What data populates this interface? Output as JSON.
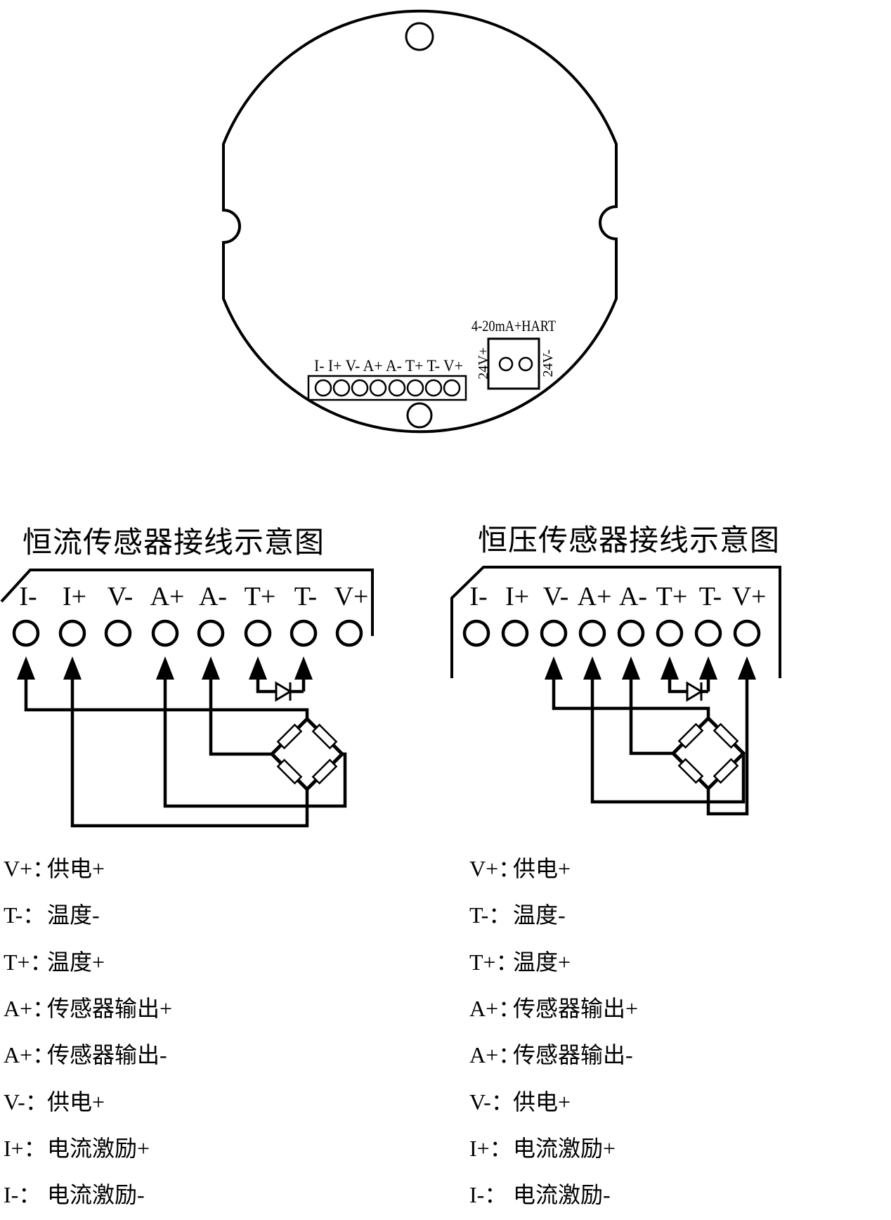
{
  "colors": {
    "ink": "#000000",
    "background": "#ffffff"
  },
  "housing": {
    "strip_label": "I- I+ V- A+ A- T+ T- V+",
    "connector_label": "4-20mA+HART",
    "left_rotated_label": "24V+",
    "right_rotated_label": "24V-"
  },
  "left_diagram": {
    "title": "恒流传感器接线示意图",
    "terminals": [
      "I-",
      "I+",
      "V-",
      "A+",
      "A-",
      "T+",
      "T-",
      "V+"
    ],
    "connections": [
      "I- to bridge top corner",
      "I+ to bridge bottom corner",
      "A+ to bridge right corner",
      "A- to bridge left corner",
      "diode between T+ and T-"
    ]
  },
  "right_diagram": {
    "title": "恒压传感器接线示意图",
    "terminals": [
      "I-",
      "I+",
      "V-",
      "A+",
      "A-",
      "T+",
      "T-",
      "V+"
    ],
    "connections": [
      "V- to bridge top corner",
      "V+ to bridge bottom corner",
      "A+ to bridge right corner",
      "A- to bridge left corner",
      "diode between T+ and T-"
    ]
  },
  "legend_left": {
    "rows": [
      {
        "code": "V+：",
        "desc": "供电+"
      },
      {
        "code": "T-：",
        "desc": "温度-"
      },
      {
        "code": "T+：",
        "desc": "温度+"
      },
      {
        "code": "A+：",
        "desc": "传感器输出+"
      },
      {
        "code": "A+：",
        "desc": "传感器输出-"
      },
      {
        "code": "V-：",
        "desc": "供电+"
      },
      {
        "code": "I+：",
        "desc": "电流激励+"
      },
      {
        "code": "I-：",
        "desc": "电流激励-"
      }
    ]
  },
  "legend_right": {
    "rows": [
      {
        "code": "V+：",
        "desc": "供电+"
      },
      {
        "code": "T-：",
        "desc": "温度-"
      },
      {
        "code": "T+：",
        "desc": "温度+"
      },
      {
        "code": "A+：",
        "desc": "传感器输出+"
      },
      {
        "code": "A+：",
        "desc": "传感器输出-"
      },
      {
        "code": "V-：",
        "desc": "供电+"
      },
      {
        "code": "I+：",
        "desc": "电流激励+"
      },
      {
        "code": "I-：",
        "desc": "电流激励-"
      }
    ]
  }
}
